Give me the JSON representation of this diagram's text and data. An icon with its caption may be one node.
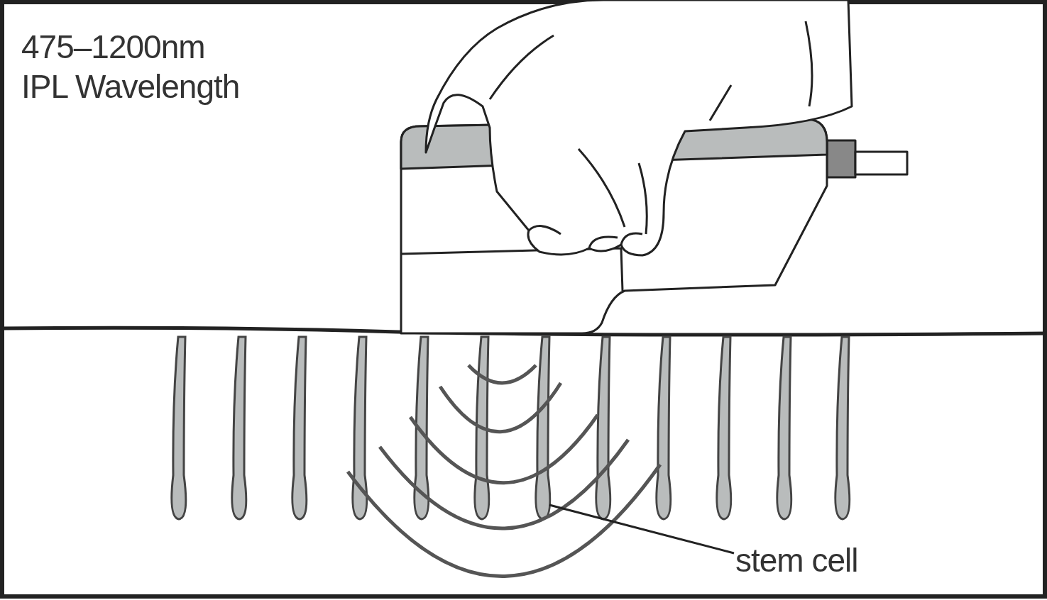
{
  "diagram": {
    "nodes": [
      {
        "text": [
          "stem cell"
        ]
      },
      {
        "text": [],
        "shape": "bar"
      }
    ],
    "edges": [
      {
        "from": 0,
        "to": 1,
        "arrow": "none"
      }
    ],
    "labels": [
      "475–1200nm IPL Wavelength"
    ]
  }
}
